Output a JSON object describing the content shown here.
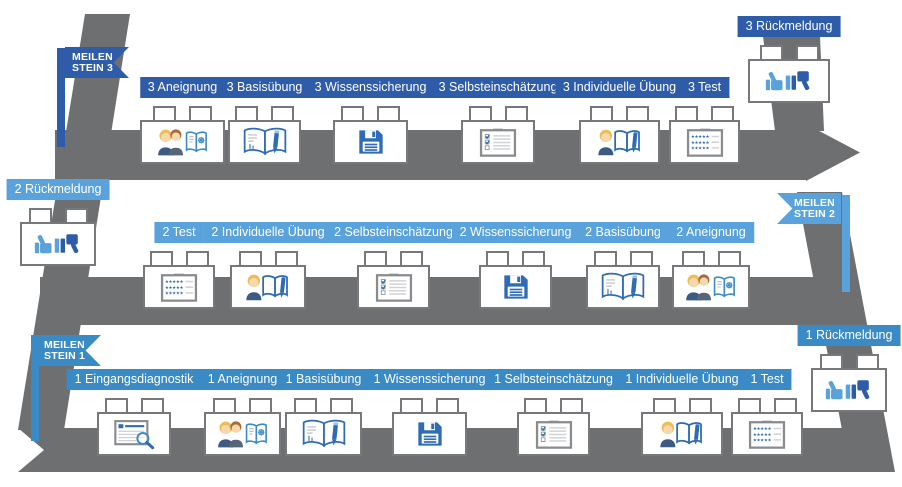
{
  "palette": {
    "band-gray": "#6e6f71",
    "border-gray": "#77787b",
    "blue-dark": "#2e5ca8",
    "blue-mid": "#3a8ac6",
    "blue-light": "#5aa2dc",
    "icon-blue": "#2e6cb5",
    "skin": "#f6d7ae",
    "hair-blonde": "#edbd57"
  },
  "milestones": [
    {
      "line1": "MEILEN",
      "line2": "STEIN 1"
    },
    {
      "line1": "MEILEN",
      "line2": "STEIN 2"
    },
    {
      "line1": "MEILEN",
      "line2": "STEIN 3"
    }
  ],
  "rows": [
    {
      "stations": [
        {
          "label": "1 Eingangsdiagnostik",
          "icon": "document-magnifier"
        },
        {
          "label": "1 Aneignung",
          "icon": "two-people-book-gear"
        },
        {
          "label": "1 Basisübung",
          "icon": "open-book-pencil"
        },
        {
          "label": "1 Wissenssicherung",
          "icon": "floppy-disk"
        },
        {
          "label": "1 Selbsteinschätzung",
          "icon": "clipboard-checklist"
        },
        {
          "label": "1 Individuelle Übung",
          "icon": "person-book-pencil"
        },
        {
          "label": "1 Test",
          "icon": "clipboard-star-rating"
        },
        {
          "label": "1 Rückmeldung",
          "icon": "thumbs-up-down"
        }
      ]
    },
    {
      "stations": [
        {
          "label": "2 Rückmeldung",
          "icon": "thumbs-up-down"
        },
        {
          "label": "2 Test",
          "icon": "clipboard-star-rating"
        },
        {
          "label": "2 Individuelle Übung",
          "icon": "person-book-pencil"
        },
        {
          "label": "2 Selbsteinschätzung",
          "icon": "clipboard-checklist"
        },
        {
          "label": "2 Wissenssicherung",
          "icon": "floppy-disk"
        },
        {
          "label": "2 Basisübung",
          "icon": "open-book-pencil"
        },
        {
          "label": "2 Aneignung",
          "icon": "two-people-book-gear"
        }
      ]
    },
    {
      "stations": [
        {
          "label": "3 Aneignung",
          "icon": "two-people-book-gear"
        },
        {
          "label": "3 Basisübung",
          "icon": "open-book-pencil"
        },
        {
          "label": "3 Wissenssicherung",
          "icon": "floppy-disk"
        },
        {
          "label": "3 Selbsteinschätzung",
          "icon": "clipboard-checklist"
        },
        {
          "label": "3 Individuelle Übung",
          "icon": "person-book-pencil"
        },
        {
          "label": "3 Test",
          "icon": "clipboard-star-rating"
        },
        {
          "label": "3 Rückmeldung",
          "icon": "thumbs-up-down"
        }
      ]
    }
  ]
}
